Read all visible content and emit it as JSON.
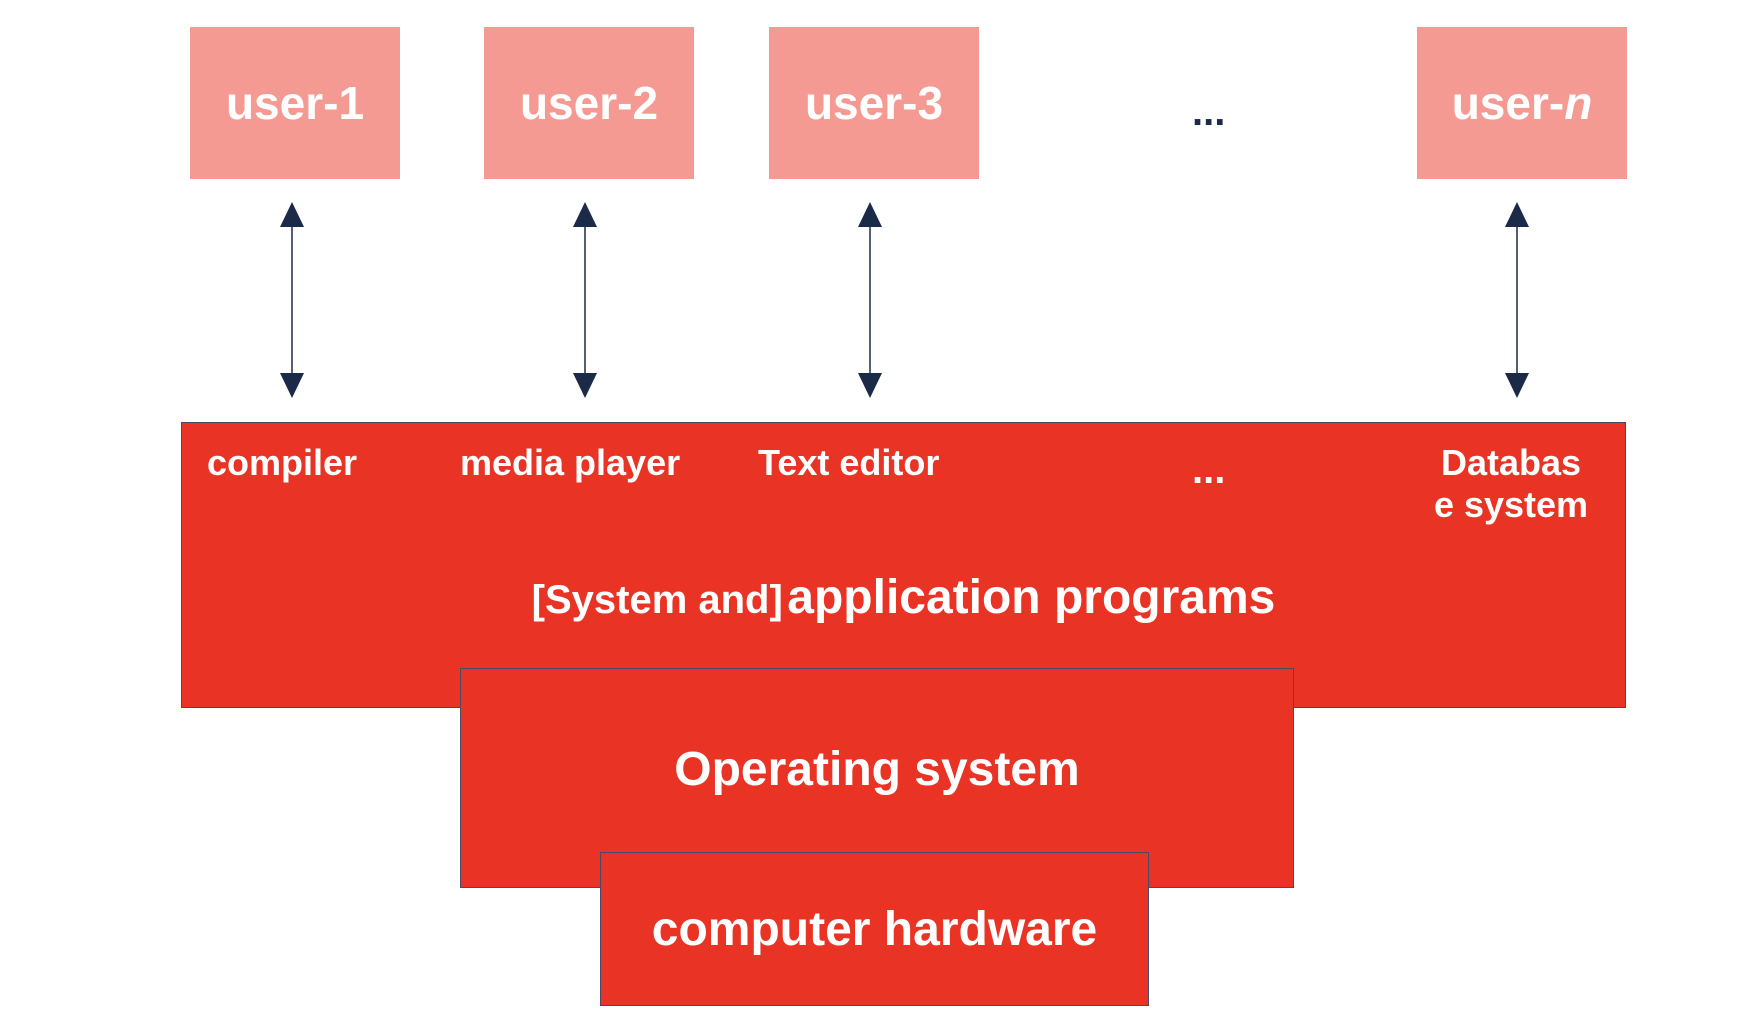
{
  "users": [
    {
      "prefix": "user-",
      "suffix": "1",
      "suffix_italic": false
    },
    {
      "prefix": "user-",
      "suffix": "2",
      "suffix_italic": false
    },
    {
      "prefix": "user-",
      "suffix": "3",
      "suffix_italic": false
    },
    {
      "prefix": "user-",
      "suffix": "n",
      "suffix_italic": true
    }
  ],
  "users_ellipsis": "...",
  "applications": {
    "items": [
      "compiler",
      "media player",
      "Text editor"
    ],
    "ellipsis": "...",
    "database_line1": "Databas",
    "database_line2": "e system",
    "title_prefix": "[System and]",
    "title_main": "application programs"
  },
  "operating_system": "Operating system",
  "hardware": "computer hardware",
  "colors": {
    "user_box": "#f59a92",
    "layer": "#e93324",
    "arrow": "#1c2a4a",
    "text": "#ffffff"
  }
}
